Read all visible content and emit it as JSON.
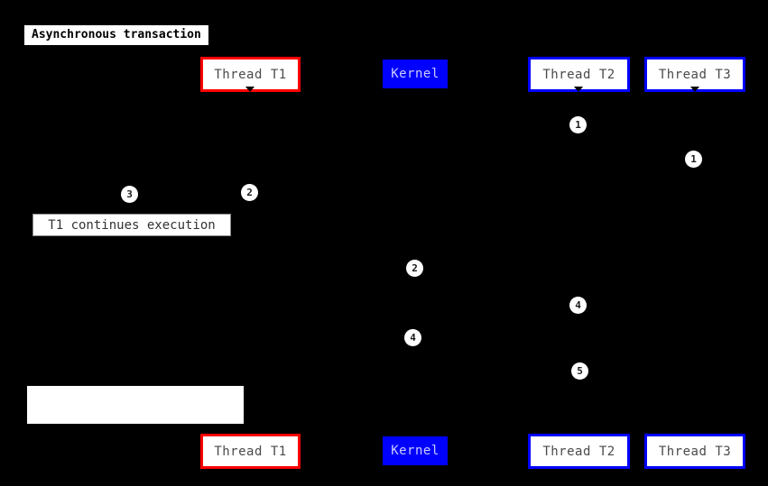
{
  "title": {
    "text": "Asynchronous transaction"
  },
  "colors": {
    "background": "#000000",
    "thread_t1_border": "#ff0000",
    "thread_t2_t3_border": "#0000ff",
    "kernel_fill": "#0000ff",
    "kernel_text": "#ccccff",
    "participant_text": "#4a4a4a",
    "note_text": "#333333",
    "marker_fill": "#ffffff",
    "marker_text": "#1a1a1a"
  },
  "participants": {
    "t1": {
      "label": "Thread T1"
    },
    "kernel": {
      "label": "Kernel"
    },
    "t2": {
      "label": "Thread T2"
    },
    "t3": {
      "label": "Thread T3"
    }
  },
  "notes": {
    "t1_continues": {
      "text": "T1 continues execution"
    },
    "blank": {
      "text": ""
    }
  },
  "markers": [
    {
      "label": "1"
    },
    {
      "label": "1"
    },
    {
      "label": "2"
    },
    {
      "label": "3"
    },
    {
      "label": "2"
    },
    {
      "label": "4"
    },
    {
      "label": "4"
    },
    {
      "label": "5"
    }
  ]
}
